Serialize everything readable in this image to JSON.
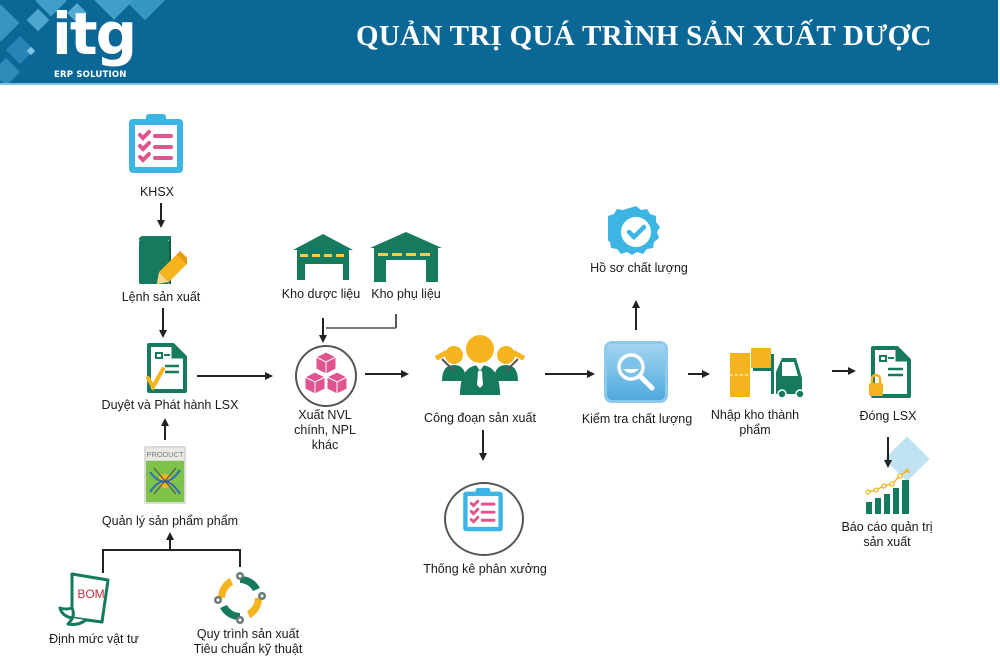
{
  "header": {
    "logo_text": "itg",
    "logo_subtext": "ERP SOLUTION",
    "title": "QUẢN TRỊ QUÁ TRÌNH SẢN XUẤT DƯỢC",
    "background_color": "#0b6896"
  },
  "nodes": {
    "khsx": {
      "label": "KHSX",
      "icon": "clipboard-checklist-icon"
    },
    "lenh_sx": {
      "label": "Lệnh sản xuất",
      "icon": "book-pencil-icon"
    },
    "duyet_lsx": {
      "label": "Duyệt và Phát hành LSX",
      "icon": "document-check-icon"
    },
    "ql_san_pham": {
      "label": "Quản lý sản phẩm phẩm",
      "icon": "product-box-icon",
      "icon_text": "PRODUCT"
    },
    "dinh_muc": {
      "label": "Định mức vật tư",
      "icon": "bom-scroll-icon",
      "icon_text": "BOM"
    },
    "quy_trinh": {
      "label_line1": "Quy trình sản xuất",
      "label_line2": "Tiêu chuẩn kỹ thuật",
      "icon": "gear-cycle-icon"
    },
    "kho_duoc_lieu": {
      "label": "Kho dược liệu",
      "icon": "warehouse-icon"
    },
    "kho_phu_lieu": {
      "label": "Kho phụ liệu",
      "icon": "warehouse-icon"
    },
    "xuat_nvl": {
      "label_line1": "Xuất NVL",
      "label_line2": "chính, NPL",
      "label_line3": "khác",
      "icon": "boxes-icon"
    },
    "cong_doan": {
      "label": "Công đoạn sản xuất",
      "icon": "workers-team-icon"
    },
    "thong_ke": {
      "label": "Thống kê phân xưởng",
      "icon": "clipboard-checklist-icon"
    },
    "ho_so_cl": {
      "label": "Hồ sơ chất lượng",
      "icon": "badge-check-icon"
    },
    "kiem_tra_cl": {
      "label": "Kiểm tra chất lượng",
      "icon": "magnifier-icon"
    },
    "nhap_kho": {
      "label_line1": "Nhập kho thành",
      "label_line2": "phẩm",
      "icon": "forklift-icon"
    },
    "dong_lsx": {
      "label": "Đóng LSX",
      "icon": "document-lock-icon"
    },
    "bao_cao": {
      "label_line1": "Báo cáo quản trị",
      "label_line2": "sản xuất",
      "icon": "bar-chart-growth-icon"
    }
  },
  "colors": {
    "green": "#157a5e",
    "pink": "#e0558f",
    "light_blue": "#3cb4e4",
    "yellow": "#f5b41e",
    "bom_red": "#c0303a"
  }
}
